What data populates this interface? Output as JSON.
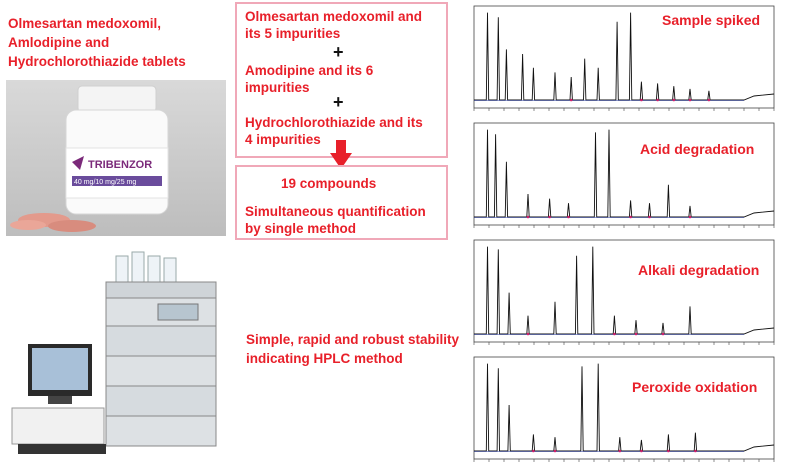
{
  "product": {
    "lines": [
      "Olmesartan medoxomil,",
      "Amlodipine and",
      "Hydrochlorothiazide tablets"
    ],
    "bottle_brand": "TRIBENZOR",
    "bottle_strength": "40 mg/10 mg/25 mg"
  },
  "compounds_box": {
    "olmesartan": [
      "Olmesartan medoxomil and",
      "its 5 impurities"
    ],
    "plus": "+",
    "amlodipine": [
      "Amodipine and its 6",
      "impurities"
    ],
    "hctz": [
      "Hydrochlorothiazide and its",
      "4 impurities"
    ]
  },
  "result_box": {
    "count": "19 compounds",
    "quant": [
      "Simultaneous quantification",
      "by single method"
    ]
  },
  "method": {
    "lines": [
      "Simple, rapid and robust stability",
      "indicating HPLC method"
    ]
  },
  "chromatograms": [
    {
      "label": "Sample spiked"
    },
    {
      "label": "Acid degradation"
    },
    {
      "label": "Alkali degradation"
    },
    {
      "label": "Peroxide oxidation"
    }
  ],
  "colors": {
    "accent": "#e8202a",
    "box_border": "#f0a8b8",
    "trace": "#111111",
    "baseline": "#2a3ea8"
  }
}
